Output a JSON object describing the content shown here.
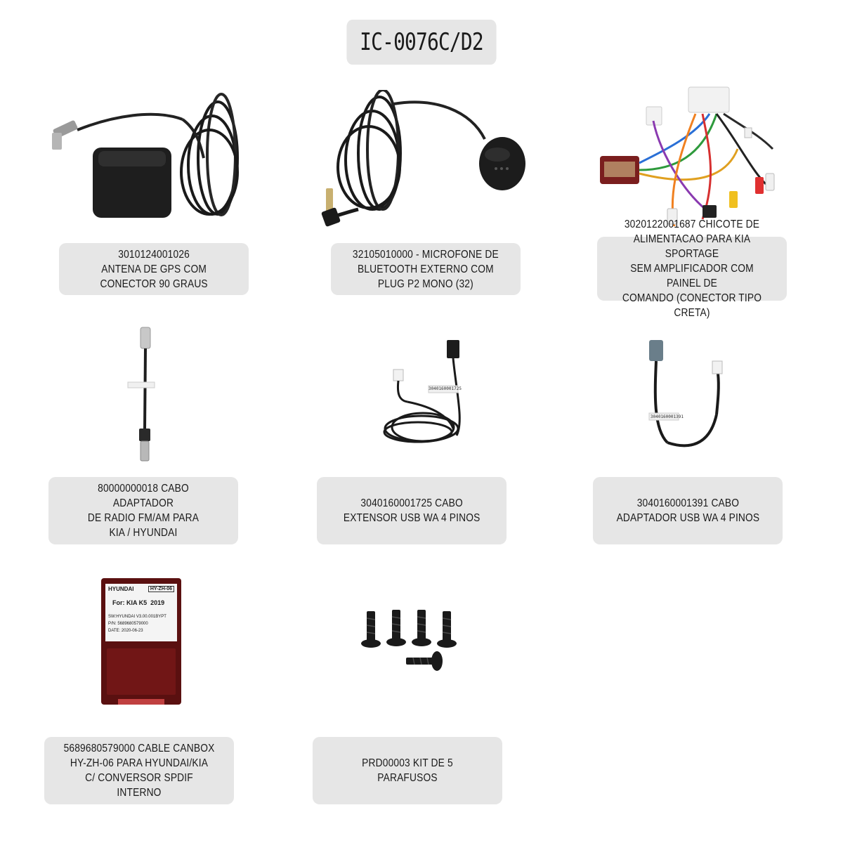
{
  "header": {
    "kit_code": "IC-0076C/D2"
  },
  "items": [
    {
      "label": "3010124001026\nANTENA DE GPS COM\nCONECTOR 90 GRAUS"
    },
    {
      "label": "32105010000 - MICROFONE DE\nBLUETOOTH EXTERNO COM\nPLUG P2 MONO (32)"
    },
    {
      "label": "3020122001687 CHICOTE DE\nALIMENTACAO PARA KIA SPORTAGE\nSEM AMPLIFICADOR COM PAINEL DE\nCOMANDO (CONECTOR TIPO CRETA)"
    },
    {
      "label": "80000000018 CABO ADAPTADOR\nDE RADIO FM/AM PARA\nKIA / HYUNDAI"
    },
    {
      "label": "3040160001725 CABO\nEXTENSOR USB WA 4 PINOS"
    },
    {
      "label": "3040160001391 CABO\nADAPTADOR USB WA 4 PINOS"
    },
    {
      "label": "5689680579000 CABLE CANBOX\nHY-ZH-06 PARA HYUNDAI/KIA\nC/ CONVERSOR SPDIF INTERNO"
    },
    {
      "label": "PRD00003 KIT DE 5 PARAFUSOS"
    }
  ],
  "product_labels": {
    "usb_extender_tag": "3040160001725",
    "usb_adapter_tag": "3040160001391",
    "canbox_brand": "HYUNDAI",
    "canbox_model": "HY-ZH-06",
    "canbox_for": "For: KIA K5  2019",
    "canbox_sw": "SW:HYUNDAI V3.00.001BYPT",
    "canbox_pn": "P/N: 5689680579000",
    "canbox_date": "DATE: 2020-06-23"
  }
}
